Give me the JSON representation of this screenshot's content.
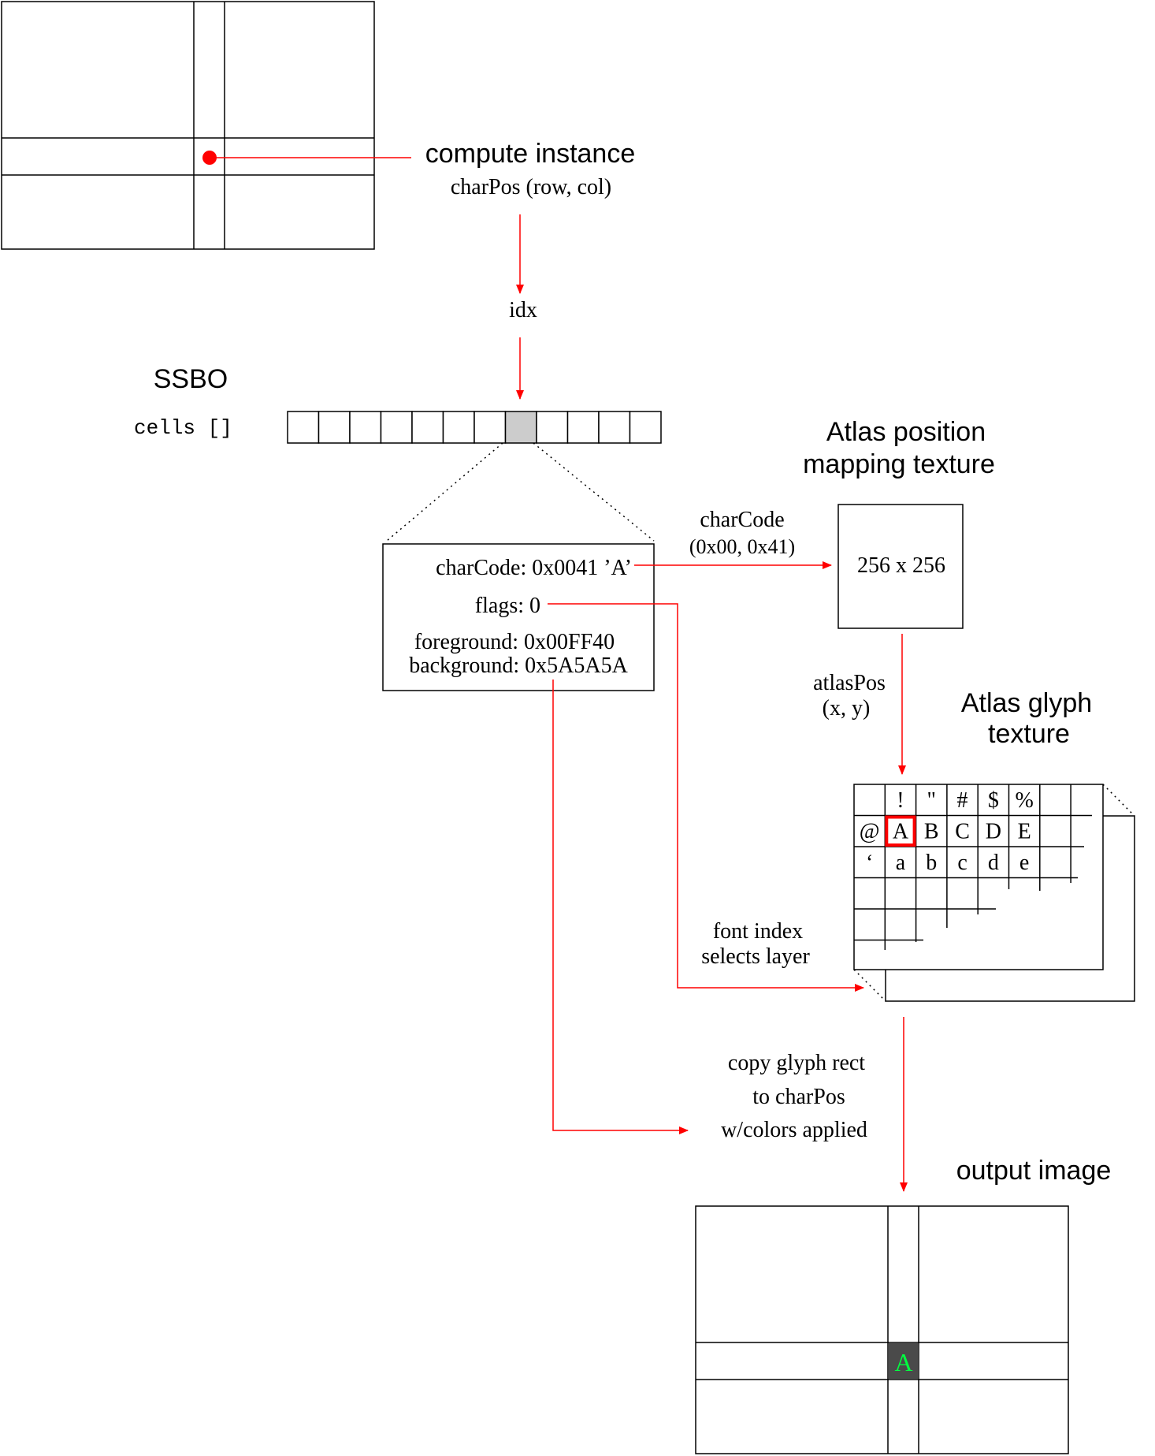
{
  "labels": {
    "compute_instance": "compute instance",
    "char_pos": "charPos (row, col)",
    "idx": "idx",
    "ssbo": "SSBO",
    "cells": "cells []",
    "atlas_mapping_line1": "Atlas position",
    "atlas_mapping_line2": "mapping texture",
    "mapping_size": "256 x 256",
    "charcode_arrow_line1": "charCode",
    "charcode_arrow_line2": "(0x00, 0x41)",
    "atlaspos_line1": "atlasPos",
    "atlaspos_line2": "(x, y)",
    "glyph_texture_line1": "Atlas glyph",
    "glyph_texture_line2": "texture",
    "font_index_line1": "font index",
    "font_index_line2": "selects layer",
    "copy_line1": "copy glyph rect",
    "copy_line2": "to charPos",
    "copy_line3": "w/colors applied",
    "output_image": "output image"
  },
  "cell_fields": {
    "charcode": "charCode: 0x0041 ’A’",
    "flags": "flags: 0",
    "foreground": "foreground: 0x00FF40",
    "background": "background: 0x5A5A5A"
  },
  "glyph_rows": [
    [
      "",
      "!",
      "\"",
      "#",
      "$",
      "%"
    ],
    [
      "@",
      "A",
      "B",
      "C",
      "D",
      "E"
    ],
    [
      "‘",
      "a",
      "b",
      "c",
      "d",
      "e"
    ]
  ],
  "output_glyph": "A",
  "colors": {
    "arrow": "#ff0000",
    "highlight_cell": "#cccccc",
    "output_cell_bg": "#4a4a4a",
    "output_glyph": "#00ff40",
    "selected_glyph_border": "#ff0000"
  }
}
